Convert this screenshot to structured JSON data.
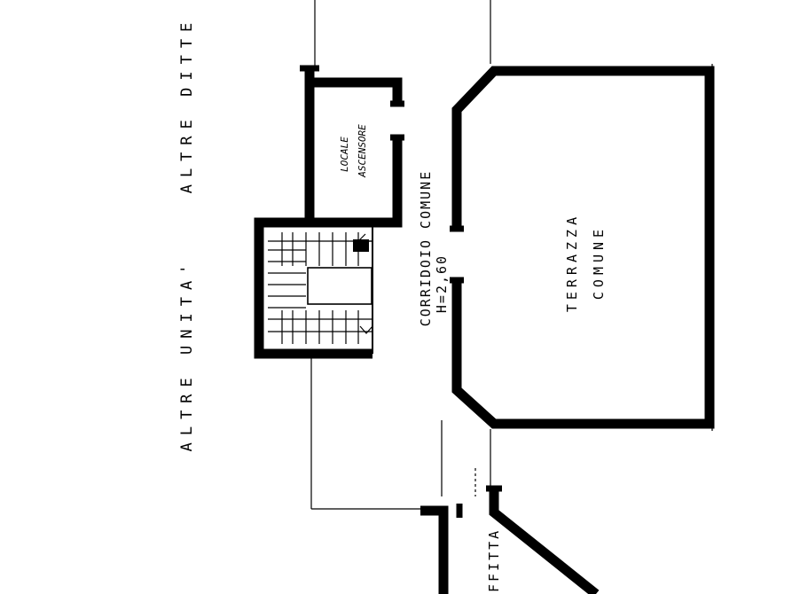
{
  "plan": {
    "side_label_left": "ALTRE UNITA'",
    "side_label_right": "ALTRE DITTE",
    "elevator_room_line1": "LOCALE",
    "elevator_room_line2": "ASCENSORE",
    "corridor_line1": "CORRIDOIO COMUNE",
    "corridor_line2": "H=2,60",
    "terrace_line1": "TERRAZZA",
    "terrace_line2": "COMUNE",
    "bottom_fragment": "FFITTA"
  }
}
